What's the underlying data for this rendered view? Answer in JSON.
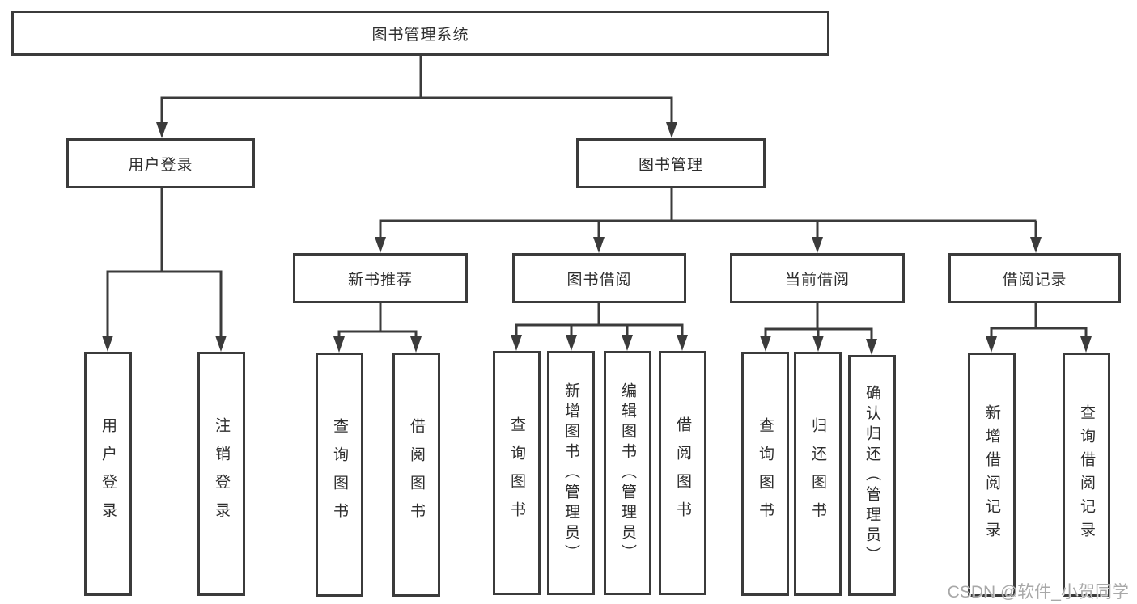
{
  "nodes": {
    "root": "图书管理系统",
    "user_login": "用户登录",
    "book_management": "图书管理",
    "new_book_recommend": "新书推荐",
    "book_borrow": "图书借阅",
    "current_borrow": "当前借阅",
    "borrow_records": "借阅记录",
    "leaf_user_login": "用户登录",
    "leaf_logout": "注销登录",
    "leaf_query_book_a": "查询图书",
    "leaf_borrow_book_a": "借阅图书",
    "leaf_query_book_b": "查询图书",
    "leaf_add_book": "新增图书（管理员）",
    "leaf_edit_book": "编辑图书（管理员）",
    "leaf_borrow_book_b": "借阅图书",
    "leaf_query_book_c": "查询图书",
    "leaf_return_book": "归还图书",
    "leaf_confirm_return": "确认归还（管理员）",
    "leaf_add_borrow_record": "新增借阅记录",
    "leaf_query_borrow_record": "查询借阅记录"
  },
  "watermark": "CSDN @软件_小贺同学",
  "colors": {
    "line": "#3b3b3b",
    "text": "#2e2e2e",
    "background": "#ffffff",
    "watermark": "#a8a8a8"
  }
}
